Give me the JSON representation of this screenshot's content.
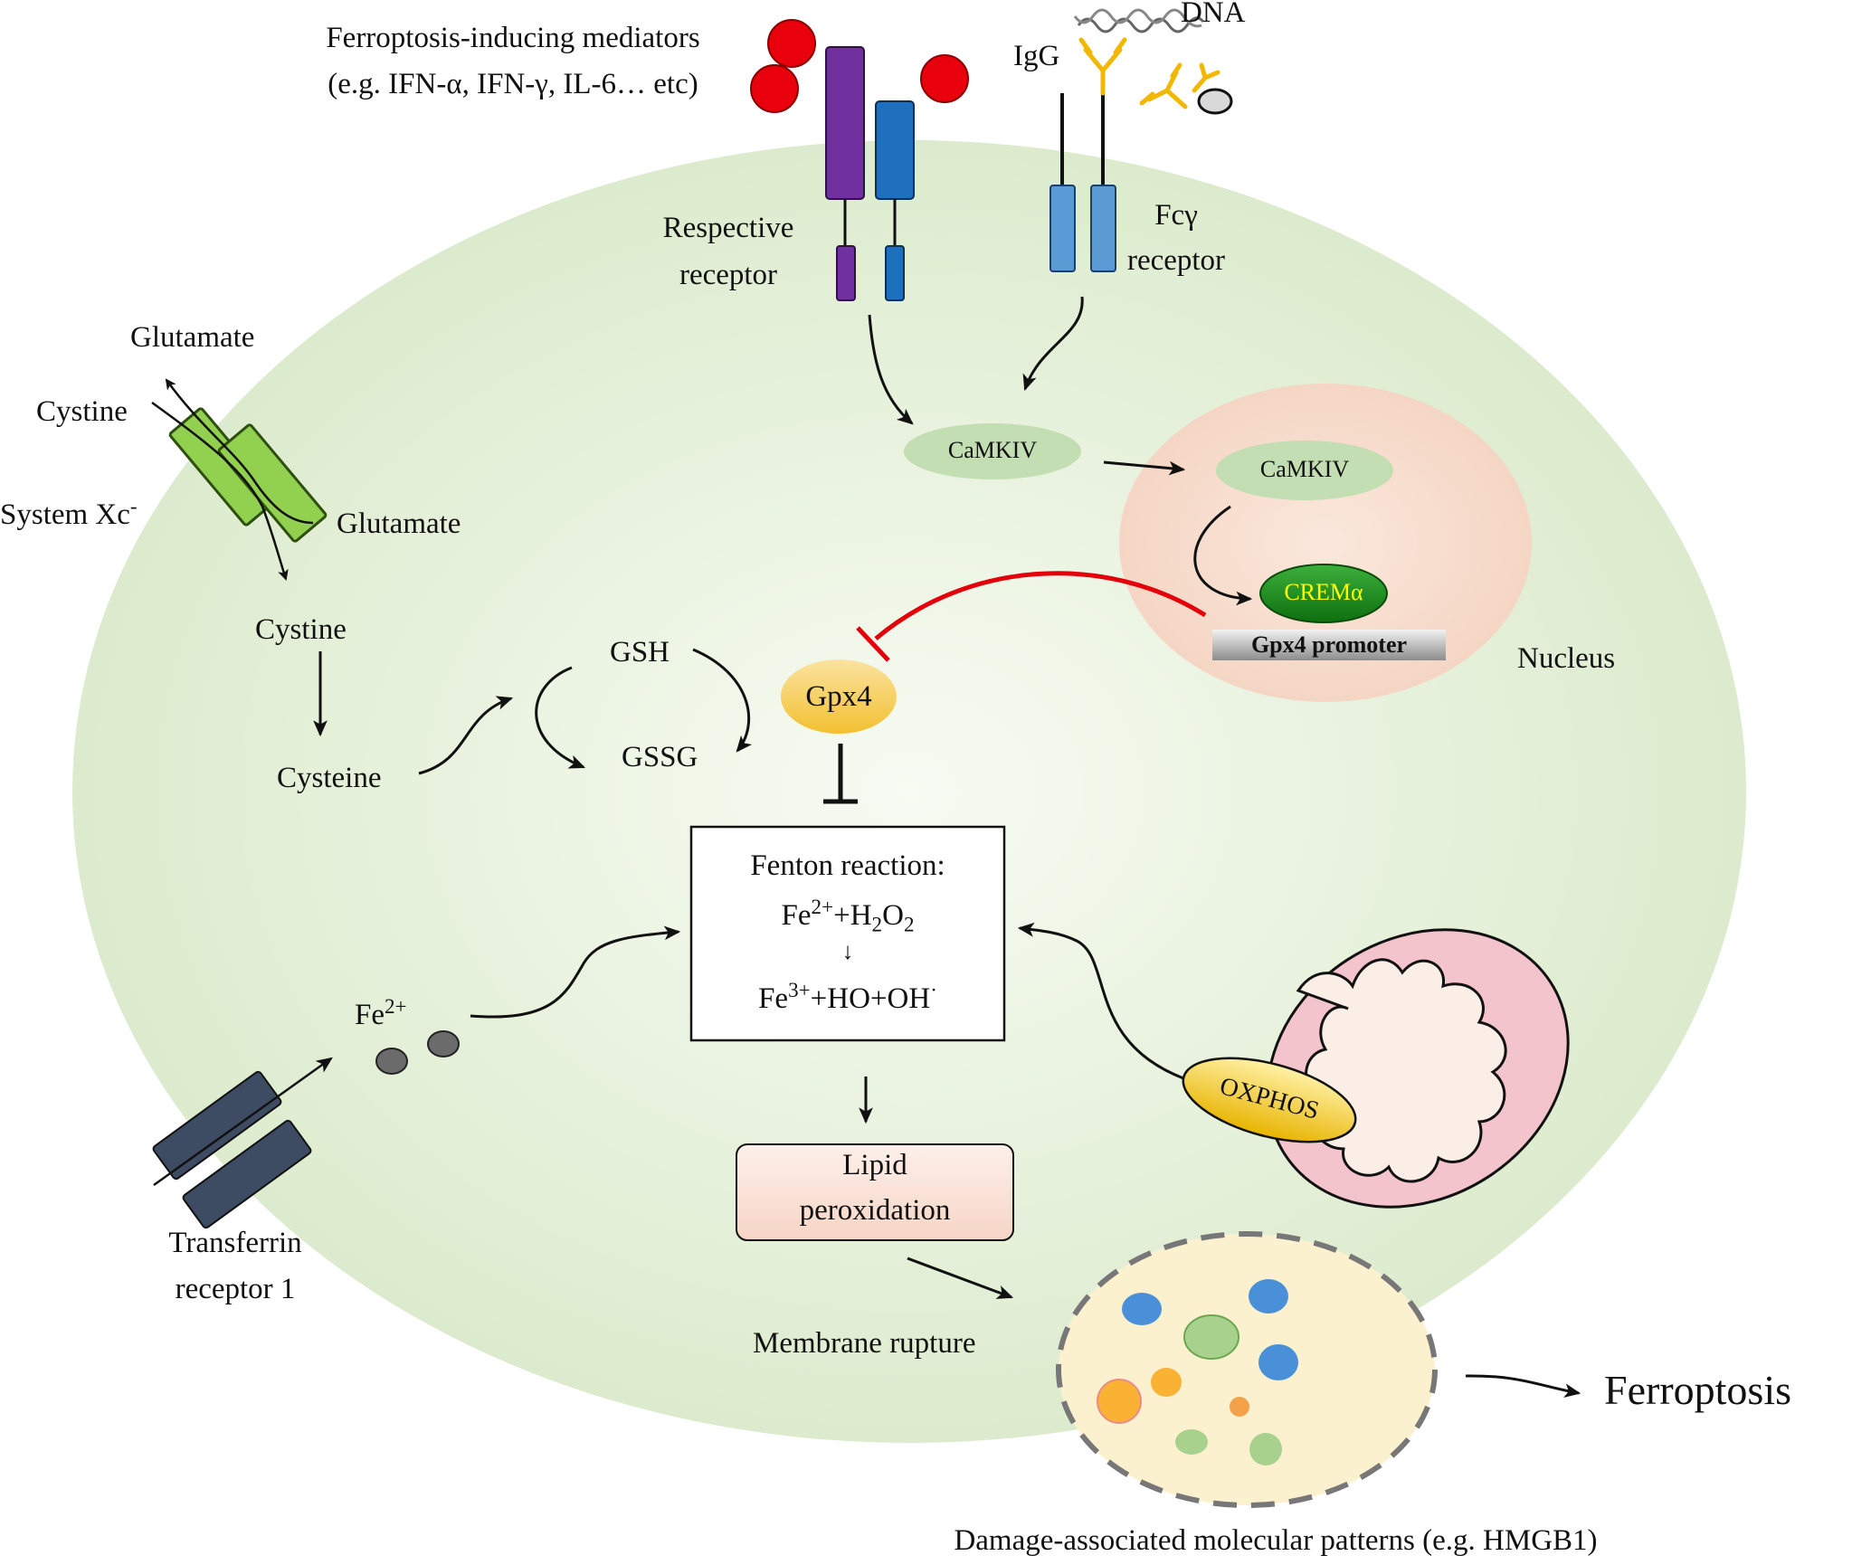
{
  "labels": {
    "mediators_line1": "Ferroptosis-inducing  mediators",
    "mediators_line2": "(e.g. IFN-α, IFN-γ, IL-6… etc)",
    "dna": "DNA",
    "igg": "IgG",
    "respective_receptor_1": "Respective",
    "respective_receptor_2": "receptor",
    "fcy_1": "Fcγ",
    "fcy_2": "receptor",
    "glutamate_out": "Glutamate",
    "cystine_out": "Cystine",
    "system_xc": "System Xc",
    "system_xc_sup": "-",
    "glutamate_in": "Glutamate",
    "cystine_in": "Cystine",
    "cysteine": "Cysteine",
    "gsh": "GSH",
    "gssg": "GSSG",
    "gpx4": "Gpx4",
    "camkiv_cyto": "CaMKIV",
    "camkiv_nuc": "CaMKIV",
    "crema": "CREMα",
    "gpx4_promoter": "Gpx4  promoter",
    "nucleus": "Nucleus",
    "fenton_title": "Fenton reaction:",
    "fe_reactant_a": "Fe",
    "fe_reactant_a_sup": "2+",
    "fe_reactant_b": "+H",
    "fe_reactant_b_sub": "2",
    "fe_reactant_c": "O",
    "fe_reactant_c_sub": "2",
    "fenton_arrow": "↓",
    "fe_product_a": "Fe",
    "fe_product_a_sup": "3+",
    "fe_product_b": "+HO+OH",
    "fe_product_b_sup": "·",
    "fe2_label": "Fe",
    "fe2_sup": "2+",
    "oxphos": "OXPHOS",
    "transferrin_1": "Transferrin",
    "transferrin_2": "receptor  1",
    "lipid_1": "Lipid",
    "lipid_2": "peroxidation",
    "membrane_rupture": "Membrane  rupture",
    "ferroptosis": "Ferroptosis",
    "damps": "Damage-associated  molecular  patterns  (e.g. HMGB1)"
  },
  "colors": {
    "cell": "#dfeccf",
    "nucleus": "#f6dccb",
    "mediator": "#e8000d",
    "receptor_purple": "#7030a0",
    "receptor_blue": "#1f6fbf",
    "fcy_blue": "#5b9bd5",
    "transporter_green": "#92d050",
    "transferrin_slate": "#3d4b63",
    "camkiv": "#c3deb2",
    "crema": "#1f8f1f",
    "crema_text": "#ffff00",
    "gpx4": "#f5c842",
    "inhibit_red": "#e3000b",
    "mito": "#f4c4cc",
    "oxphos": "#f2c614",
    "damp_blob": "#fbf1cf"
  },
  "icons": [
    "mediator-ball",
    "antibody-y",
    "dna-strand",
    "mitochondrion",
    "iron-ion",
    "damp-particle"
  ]
}
